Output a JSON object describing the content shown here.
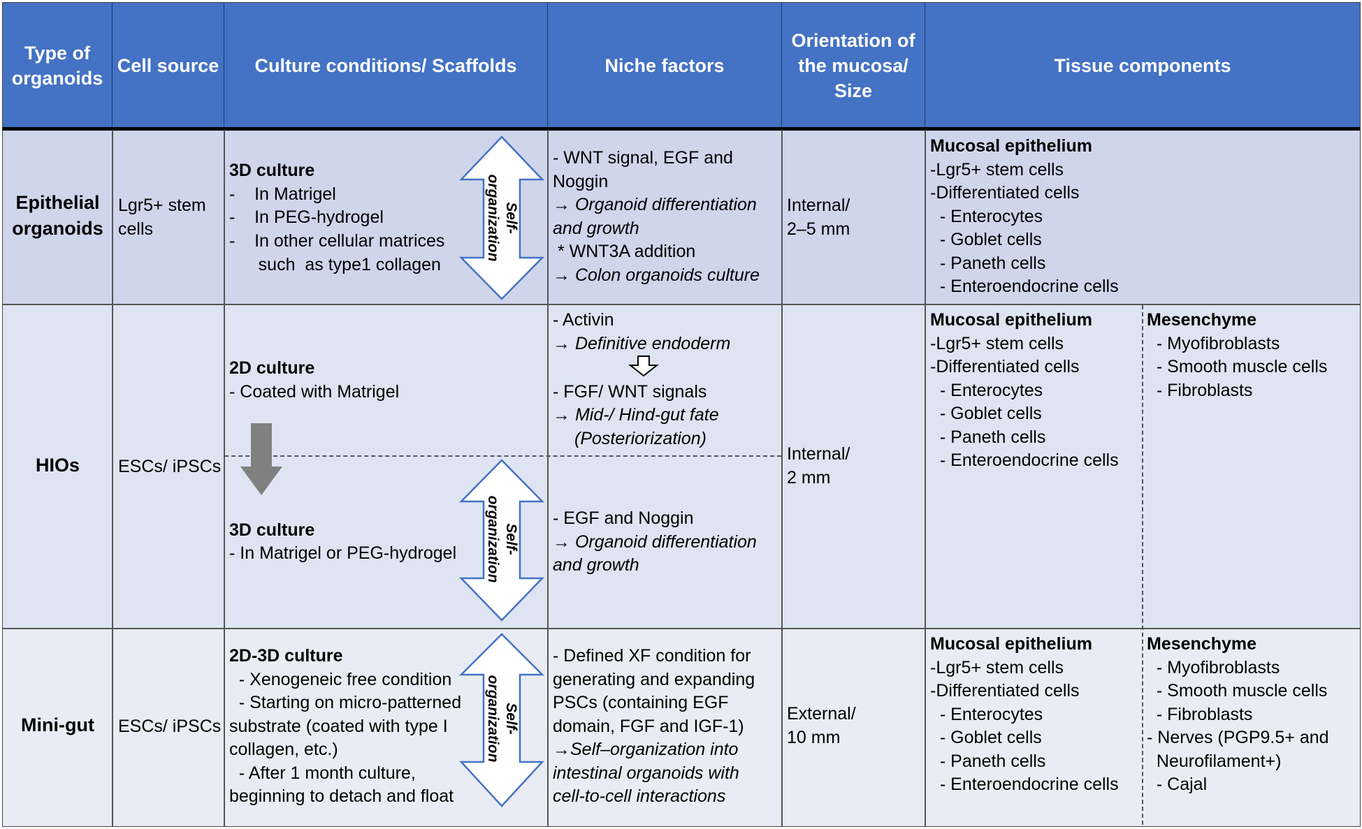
{
  "header": {
    "type": "Type of\norganoids",
    "source": "Cell source",
    "culture": "Culture conditions/ Scaffolds",
    "niche": "Niche factors",
    "orientation": "Orientation of\nthe mucosa/\nSize",
    "tissue": "Tissue components"
  },
  "arrow_label": "Self-\norganization",
  "rows": {
    "epithelial": {
      "type": "Epithelial\norganoids",
      "source": "Lgr5+ stem\ncells",
      "culture_title": "3D culture",
      "culture_items": [
        "-    In Matrigel",
        "-    In PEG-hydrogel",
        "-    In other cellular matrices",
        "      such  as type1 collagen"
      ],
      "niche": [
        "- WNT signal, EGF and",
        "Noggin",
        "→ ",
        "Organoid differentiation",
        "and growth",
        " * WNT3A addition",
        "→ ",
        "Colon organoids culture"
      ],
      "orientation": "Internal/\n2–5 mm",
      "mucosa_title": "Mucosal epithelium",
      "mucosa_items": [
        "-Lgr5+ stem cells",
        "-Differentiated cells",
        "  - Enterocytes",
        "  - Goblet cells",
        "  - Paneth cells",
        "  - Enteroendocrine cells"
      ]
    },
    "hios": {
      "type": "HIOs",
      "source": "ESCs/ iPSCs",
      "culture_2d_title": "2D culture",
      "culture_2d_item": "- Coated with Matrigel",
      "culture_3d_title": "3D culture",
      "culture_3d_item": "- In Matrigel or PEG-hydrogel",
      "niche_1": "- Activin",
      "niche_1_arrow": "→ ",
      "niche_1_result": "Definitive endoderm",
      "niche_2": "- FGF/ WNT signals",
      "niche_2_arrow": "→ ",
      "niche_2_result_1": "Mid-/ Hind-gut fate",
      "niche_2_result_2": "(Posteriorization)",
      "niche_3": "- EGF and Noggin",
      "niche_3_arrow": "→ ",
      "niche_3_result_1": "Organoid differentiation",
      "niche_3_result_2": "and growth",
      "orientation": "Internal/\n2 mm",
      "mucosa_title": "Mucosal epithelium",
      "mucosa_items": [
        "-Lgr5+ stem cells",
        "-Differentiated cells",
        "  - Enterocytes",
        "  - Goblet cells",
        "  - Paneth cells",
        "  - Enteroendocrine cells"
      ],
      "mesenchyme_title": "Mesenchyme",
      "mesenchyme_items": [
        "  - Myofibroblasts",
        "  - Smooth muscle cells",
        "  - Fibroblasts"
      ]
    },
    "minigut": {
      "type": "Mini-gut",
      "source": "ESCs/ iPSCs",
      "culture_title": "2D-3D culture",
      "culture_items": [
        "  - Xenogeneic free condition",
        "  - Starting on micro-patterned",
        "substrate (coated with type I",
        "collagen, etc.)",
        "  - After 1 month culture,",
        "beginning to detach and float"
      ],
      "niche_plain": [
        "- Defined XF condition for",
        "generating and expanding",
        "PSCs (containing EGF",
        "domain, FGF and IGF-1)"
      ],
      "niche_italic": [
        "→Self–organization into",
        "intestinal organoids with",
        "cell-to-cell interactions"
      ],
      "orientation": "External/\n10 mm",
      "mucosa_title": "Mucosal epithelium",
      "mucosa_items": [
        "-Lgr5+ stem cells",
        "-Differentiated cells",
        "  - Enterocytes",
        "  - Goblet cells",
        "  - Paneth cells",
        "  - Enteroendocrine cells"
      ],
      "mesenchyme_title": "Mesenchyme",
      "mesenchyme_items": [
        "  - Myofibroblasts",
        "  - Smooth muscle cells",
        "  - Fibroblasts",
        "- Nerves (PGP9.5+ and",
        "  Neurofilament+)",
        "  - Cajal"
      ]
    }
  },
  "colors": {
    "header_bg": "#4472C4",
    "row1_bg": "#CFD5EA",
    "row2_bg": "#DEE4F1",
    "row3_bg": "#E9ECF5",
    "arrow_outline": "#4472C4",
    "down_arrow": "#808080"
  }
}
